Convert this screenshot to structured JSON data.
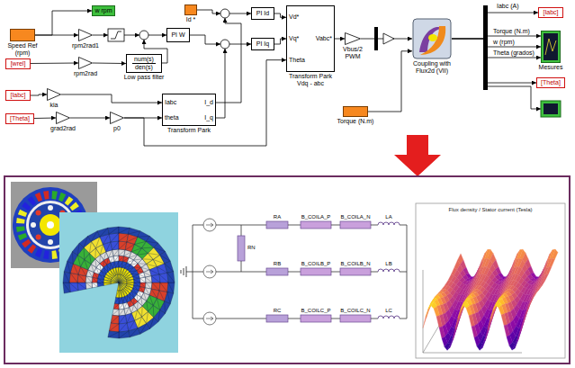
{
  "diagram": {
    "nodes": [
      {
        "text": [
          "Speed Ref (rpm)"
        ]
      },
      {
        "text": [
          "rpm2rad1"
        ]
      },
      {
        "text": [
          "PI W"
        ]
      },
      {
        "text": [
          "Id *"
        ]
      },
      {
        "text": [
          "PI Id"
        ]
      },
      {
        "text": [
          "PI Iq"
        ]
      },
      {
        "text": [
          "[wrel]"
        ]
      },
      {
        "text": [
          "rpm2rad"
        ]
      },
      {
        "text": [
          "num(s)",
          "den(s)",
          "Low pass filter"
        ]
      },
      {
        "text": [
          "[Iabc]"
        ]
      },
      {
        "text": [
          "kia"
        ]
      },
      {
        "text": [
          "[Theta]"
        ]
      },
      {
        "text": [
          "grad2rad"
        ]
      },
      {
        "text": [
          "p0"
        ]
      },
      {
        "text": [
          "Iabc",
          "theta",
          "I_d",
          "I_q",
          "Transform Park"
        ]
      },
      {
        "text": [
          "Vd*",
          "Vq*",
          "Theta",
          "Vabc*",
          "Transform Park Vdq - abc"
        ]
      },
      {
        "text": [
          "Vbus/2 PWM"
        ]
      },
      {
        "text": [
          "Coupling with Flux2d (VII)"
        ]
      },
      {
        "text": [
          "Torque (N.m)"
        ]
      },
      {
        "text": [
          "[Iabc]"
        ]
      },
      {
        "text": [
          "[Theta]"
        ]
      },
      {
        "text": [
          "Mesures"
        ]
      },
      {
        "text": [
          "w rpm"
        ]
      }
    ],
    "edges": [
      {
        "from": 0,
        "to": 1,
        "arrow": "to"
      },
      {
        "from": 0,
        "to": 22,
        "arrow": "to"
      },
      {
        "from": 6,
        "to": 7,
        "arrow": "to"
      },
      {
        "from": 7,
        "to": 8,
        "arrow": "to"
      },
      {
        "from": 9,
        "to": 10,
        "arrow": "to"
      },
      {
        "from": 10,
        "to": 14,
        "arrow": "to"
      },
      {
        "from": 11,
        "to": 12,
        "arrow": "to"
      },
      {
        "from": 12,
        "to": 13,
        "arrow": "to"
      },
      {
        "from": 13,
        "to": 14,
        "arrow": "to"
      },
      {
        "from": 13,
        "to": 15,
        "arrow": "to"
      },
      {
        "from": 4,
        "to": 15,
        "arrow": "to"
      },
      {
        "from": 5,
        "to": 15,
        "arrow": "to"
      },
      {
        "from": 15,
        "to": 16,
        "arrow": "to"
      },
      {
        "from": 16,
        "to": 17,
        "arrow": "to"
      },
      {
        "from": 17,
        "to": 19,
        "arrow": "to"
      },
      {
        "from": 17,
        "to": 21,
        "arrow": "to"
      },
      {
        "from": 17,
        "to": 20,
        "arrow": "to"
      },
      {
        "from": 18,
        "to": 17,
        "arrow": "to"
      }
    ],
    "labels": [
      "Iabc (A)",
      "Torque (N.m)",
      "w (rpm)",
      "Theta (grados)",
      "RN",
      "RA",
      "B_COILA_P",
      "B_COILA_N",
      "LA",
      "RB",
      "B_COILB_P",
      "B_COILB_N",
      "LB",
      "RC",
      "B_COILC_P",
      "B_COILC_N",
      "LC",
      "Flux density / Stator current (Tesla)"
    ]
  }
}
